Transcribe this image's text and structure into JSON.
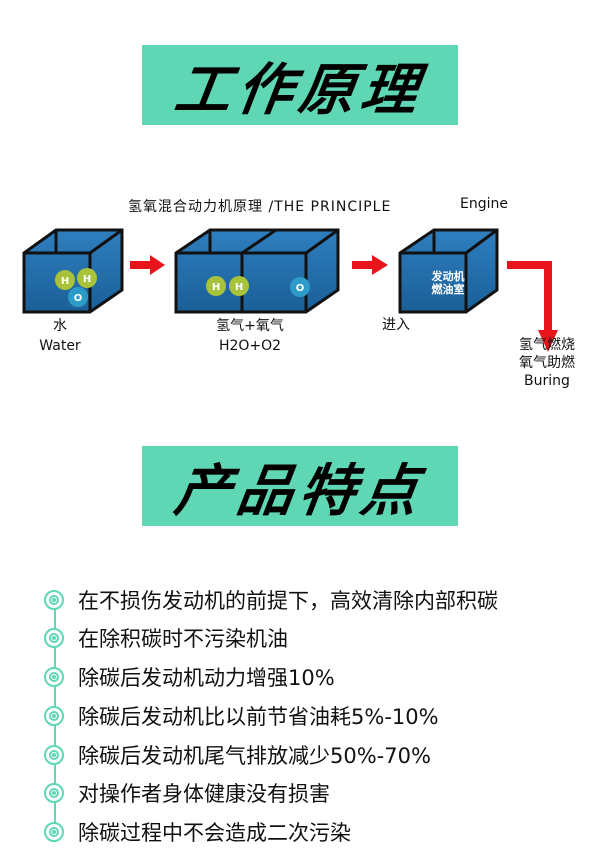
{
  "section1": {
    "title": "工作原理"
  },
  "diagram": {
    "heading": "氢氧混合动力机原理 /THE PRINCIPLE",
    "engine_label": "Engine",
    "water_cn": "水",
    "water_en": "Water",
    "gas_cn": "氢气+氧气",
    "gas_formula": "H2O+O2",
    "enter": "进入",
    "chamber_line1": "发动机",
    "chamber_line2": "燃油室",
    "result_line1": "氢气燃烧",
    "result_line2": "氧气助燃",
    "result_line3": "Buring",
    "atom_h": "H",
    "atom_o": "O"
  },
  "section2": {
    "title": "产品特点"
  },
  "features": [
    "在不损伤发动机的前提下，高效清除内部积碳",
    "在除积碳时不污染机油",
    "除碳后发动机动力增强10%",
    "除碳后发动机比以前节省油耗5%-10%",
    "除碳后发动机尾气排放减少50%-70%",
    "对操作者身体健康没有损害",
    "除碳过程中不会造成二次污染"
  ],
  "colors": {
    "accent": "#5fd6b4",
    "arrow": "#e8141b",
    "tank": "#1f6fae"
  }
}
